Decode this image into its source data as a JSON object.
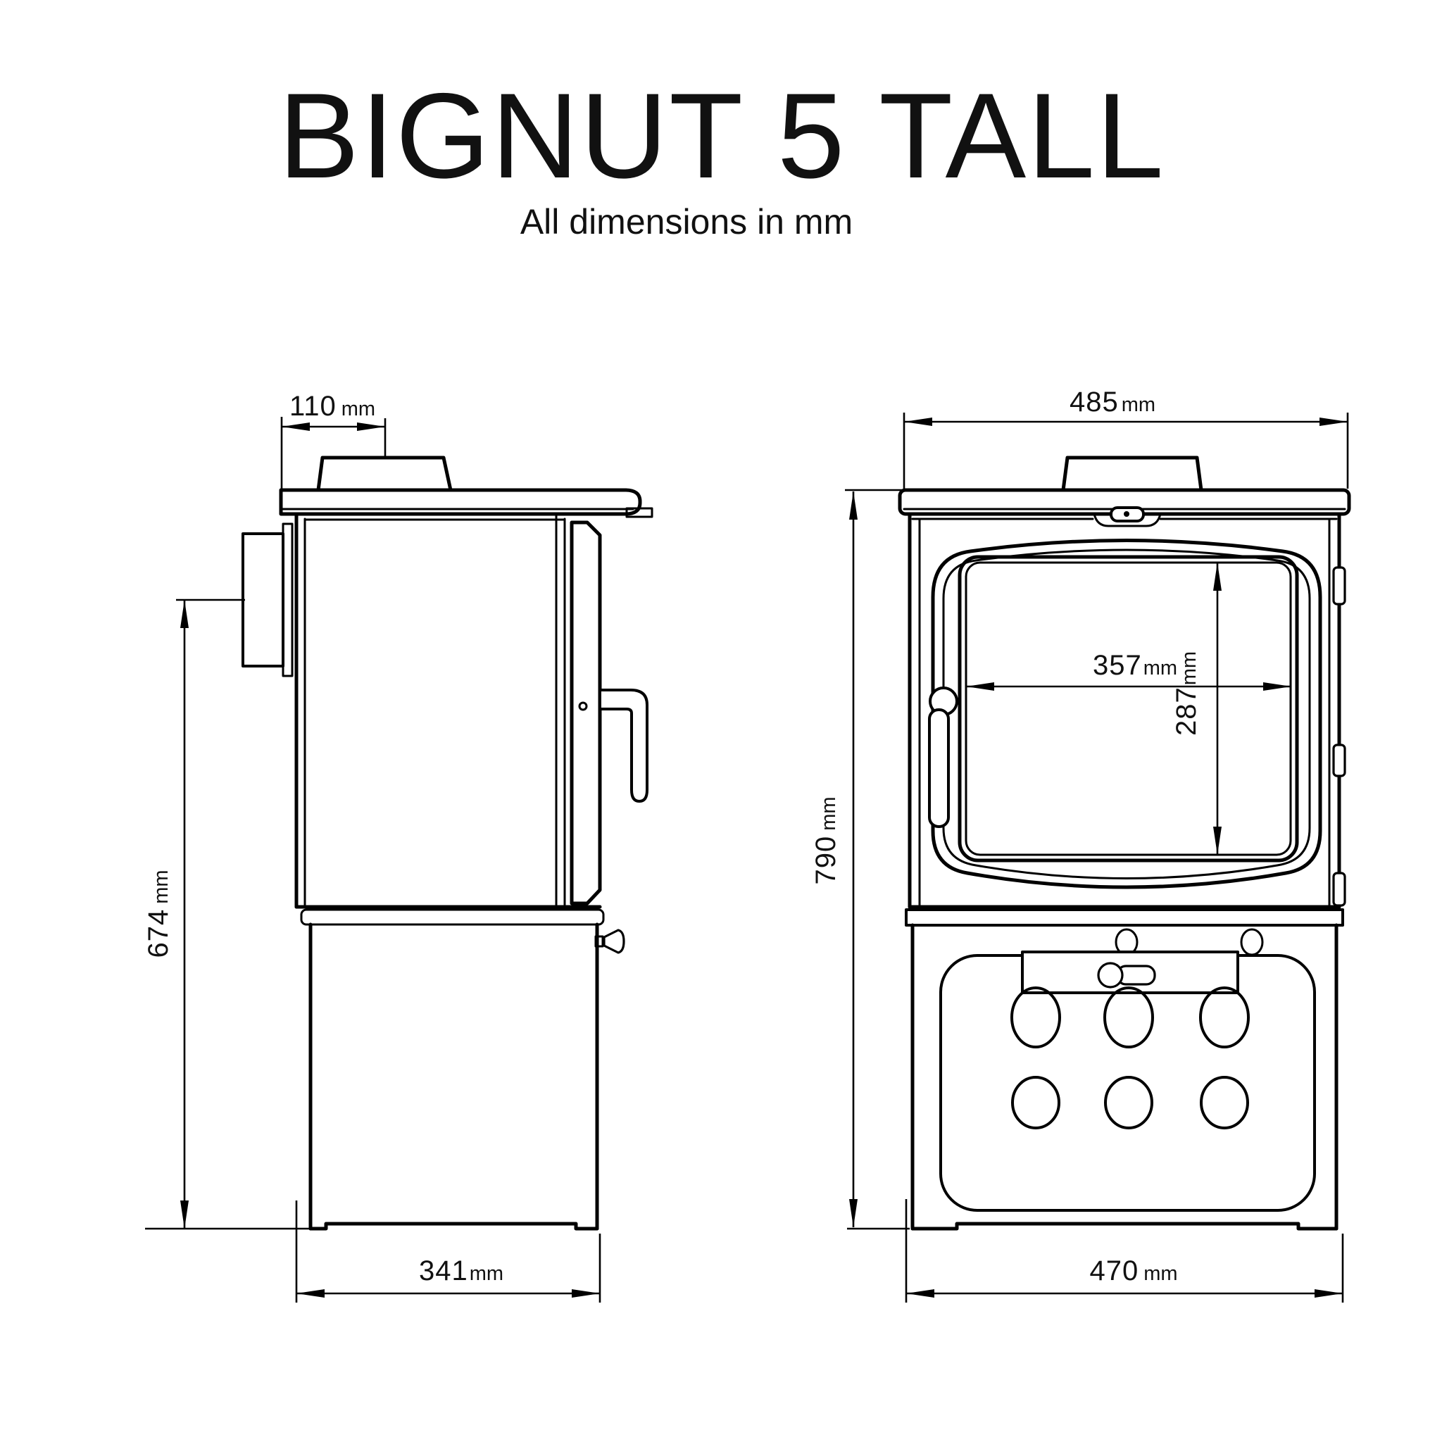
{
  "title": "BIGNUT 5 TALL",
  "subtitle": "All dimensions in mm",
  "side_view": {
    "dims": {
      "flue_offset": {
        "value": "110",
        "unit": "mm"
      },
      "outlet_height": {
        "value": "674",
        "unit": "mm"
      },
      "depth": {
        "value": "341",
        "unit": "mm"
      }
    }
  },
  "front_view": {
    "dims": {
      "width": {
        "value": "485",
        "unit": "mm"
      },
      "height": {
        "value": "790",
        "unit": "mm"
      },
      "glass_width": {
        "value": "357",
        "unit": "mm"
      },
      "glass_height": {
        "value": "287",
        "unit": "mm"
      },
      "base_width": {
        "value": "470",
        "unit": "mm"
      }
    }
  }
}
